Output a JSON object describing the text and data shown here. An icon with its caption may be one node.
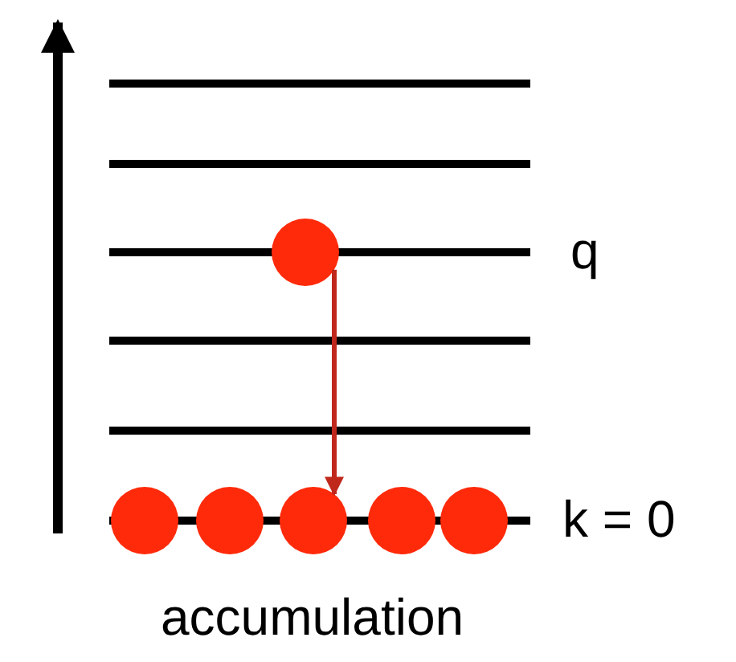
{
  "diagram": {
    "nodes": [
      {
        "text": [],
        "shape": "circle"
      },
      {
        "text": [],
        "shape": "circle"
      },
      {
        "text": [],
        "shape": "circle"
      },
      {
        "text": [],
        "shape": "circle"
      },
      {
        "text": [],
        "shape": "circle"
      },
      {
        "text": [],
        "shape": "circle"
      }
    ],
    "edges": [
      {
        "from": 0,
        "to": 3,
        "arrow": "to"
      }
    ],
    "labels": [
      "q",
      "k = 0",
      "accumulation"
    ]
  }
}
